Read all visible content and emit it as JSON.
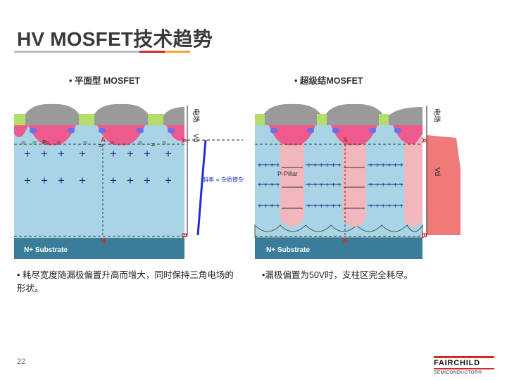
{
  "slide": {
    "title": "HV MOSFET技术趋势",
    "page_number": "22"
  },
  "planar": {
    "heading": "• 平面型 MOSFET",
    "electric_field_label": "电场",
    "vd_label": "Vd",
    "point_a": "A",
    "point_b": "B",
    "axis_a": "A",
    "axis_b": "B",
    "p_label": "P",
    "slope_label": "斜率 ∝ 杂质掺杂",
    "substrate_label": "N+ Substrate",
    "description": "• 耗尽宽度随漏极偏置升高而增大，同时保持三角电场的形状。"
  },
  "superjunction": {
    "heading": "• 超级结MOSFET",
    "electric_field_label": "电场",
    "vd_label": "Vd",
    "point_a": "A",
    "point_b": "B",
    "axis_a": "A",
    "axis_b": "B",
    "p_pillar_label": "P-Pillar",
    "substrate_label": "N+ Substrate",
    "description": "•漏极偏置为50V时，支柱区完全耗尽。"
  },
  "logo": {
    "brand": "FAIRCHILD",
    "sub": "SEMICONDUCTOR®"
  },
  "colors": {
    "n_region": "#a8d4e6",
    "substrate": "#3a7d9a",
    "p_pillar": "#f2b6bd",
    "gate_gray": "#9a9a9a",
    "green_oxide": "#b5dd6a",
    "p_body_pink": "#ef5a8e",
    "source_blue": "#6e6ee8",
    "field_red": "#f07a7a",
    "accent_red": "#d6262b",
    "accent_orange": "#f3a334"
  }
}
